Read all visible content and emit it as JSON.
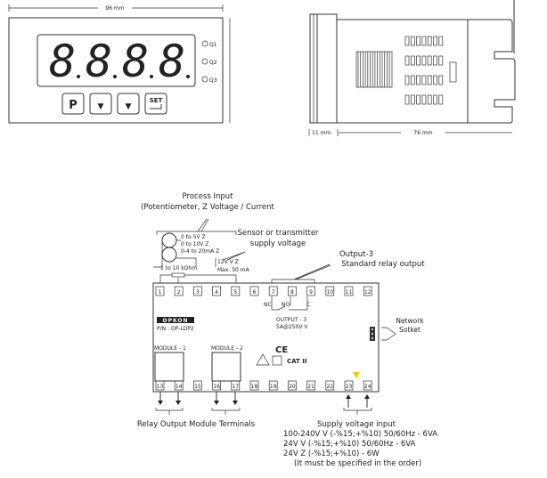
{
  "front": {
    "width_label": "96 mm",
    "digits": [
      "8",
      "8",
      "8",
      "8"
    ],
    "leds": [
      "Q1",
      "Q2",
      "Q3"
    ],
    "buttons": [
      "P",
      "▼",
      "▼",
      "SET"
    ]
  },
  "side": {
    "depth_front_label": "11 mm",
    "depth_body_label": "76 mm"
  },
  "wiring": {
    "process_input_title": "Process Input",
    "process_input_sub": "(Potentiometer, Z Voltage / Current",
    "input_ranges": [
      "0 to 5V Z",
      "0 to 10V Z",
      "0-4 to 20mA Z"
    ],
    "pot_label": "1 to 10 kOhm",
    "sensor_title": "Sensor or transmitter",
    "sensor_sub": "supply voltage",
    "sensor_values": [
      "12V V Z",
      "Max. 50 mA"
    ],
    "output3_title": "Output-3",
    "output3_sub": "Standard relay output",
    "relay_contacts": [
      "NC",
      "NO",
      "C"
    ],
    "output3_label": "OUTPUT - 3",
    "output3_rating": "5A@250V V",
    "brand": "OPKON",
    "part_number": "P/N : OP-LDP2",
    "modules": [
      "MODULE - 1",
      "MODULE - 2"
    ],
    "ce": "CE",
    "cat": "CAT II",
    "network_title": "Network",
    "network_sub": "Sotket",
    "top_terminals": [
      "1",
      "2",
      "3",
      "4",
      "5",
      "6",
      "7",
      "8",
      "9",
      "10",
      "11",
      "12"
    ],
    "bottom_terminals": [
      "13",
      "14",
      "15",
      "16",
      "17",
      "18",
      "19",
      "20",
      "21",
      "22",
      "23",
      "24"
    ],
    "relay_terminals_label": "Relay Output Module Terminals",
    "supply_title": "Supply voltage input",
    "supply_lines": [
      "100-240V V (-%15;+%10) 50/60Hz - 6VA",
      "24V V (-%15;+%10) 50/60Hz - 6VA",
      "24V Z (-%15;+%10) - 6W",
      "(It must be specified in the order)"
    ]
  }
}
